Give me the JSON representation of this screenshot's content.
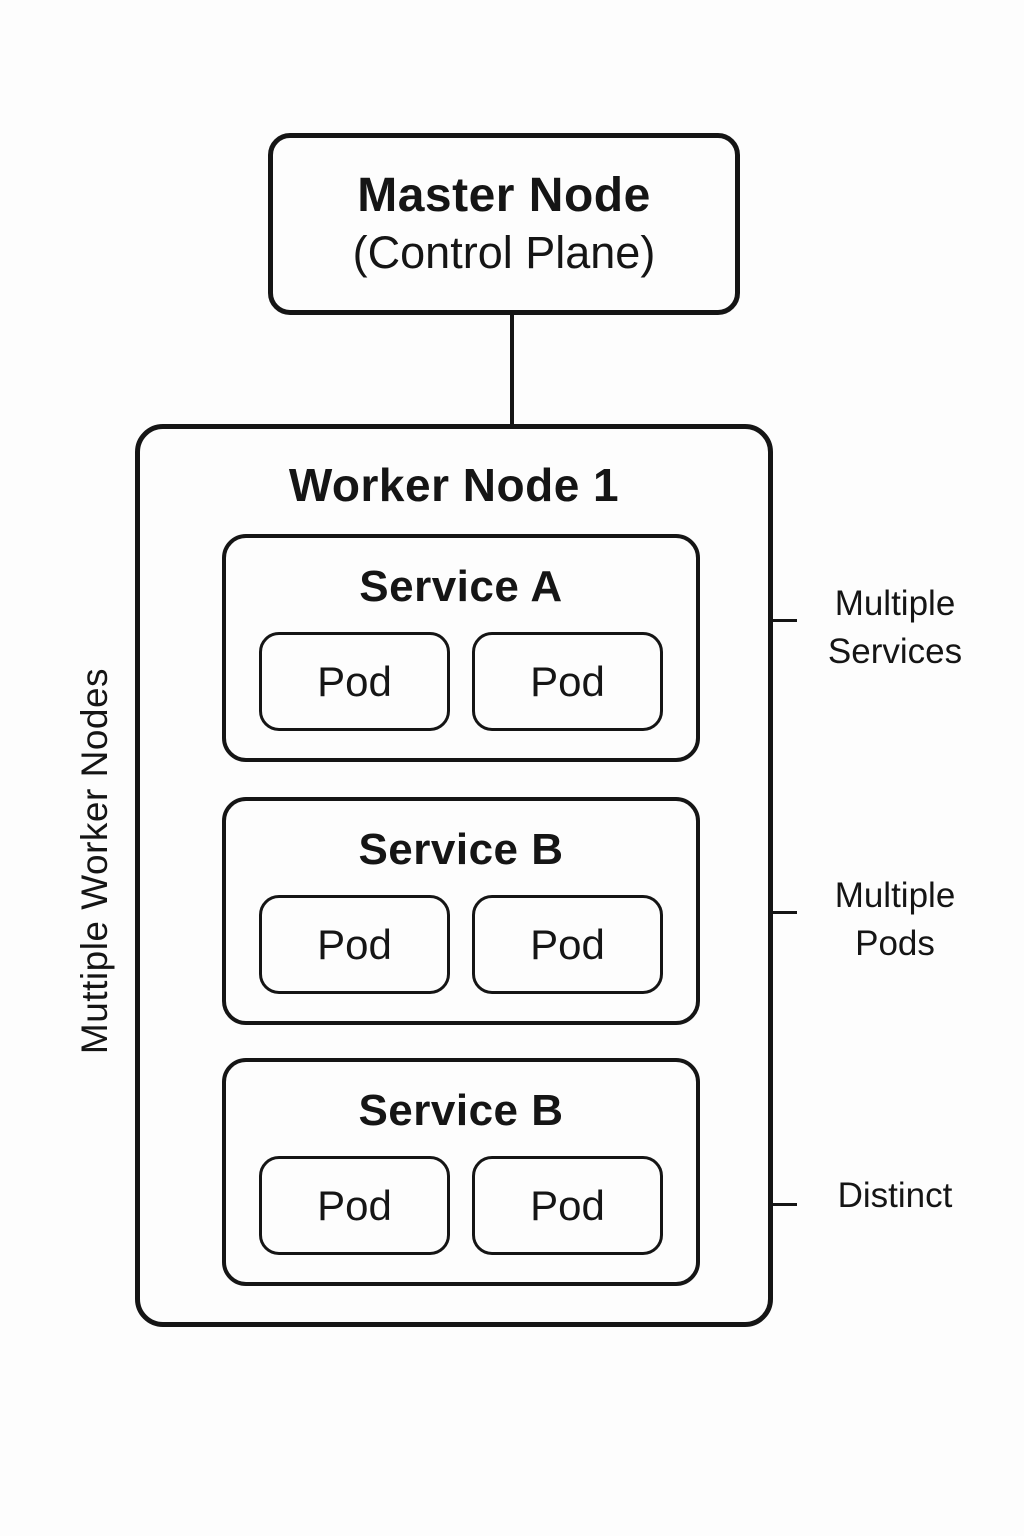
{
  "diagram": {
    "master_node": {
      "title": "Master Node",
      "subtitle": "(Control Plane)"
    },
    "worker_node": {
      "title": "Worker Node 1",
      "services": [
        {
          "title": "Service A",
          "pods": [
            "Pod",
            "Pod"
          ]
        },
        {
          "title": "Service B",
          "pods": [
            "Pod",
            "Pod"
          ]
        },
        {
          "title": "Service B",
          "pods": [
            "Pod",
            "Pod"
          ]
        }
      ]
    },
    "left_label": "Muttiple Worker Nodes",
    "right_labels": [
      {
        "line1": "Multiple",
        "line2": "Services"
      },
      {
        "line1": "Multiple",
        "line2": "Pods"
      },
      {
        "line1": "Distinct",
        "line2": ""
      }
    ],
    "colors": {
      "ink": "#151515",
      "background": "#fdfdfd"
    }
  }
}
